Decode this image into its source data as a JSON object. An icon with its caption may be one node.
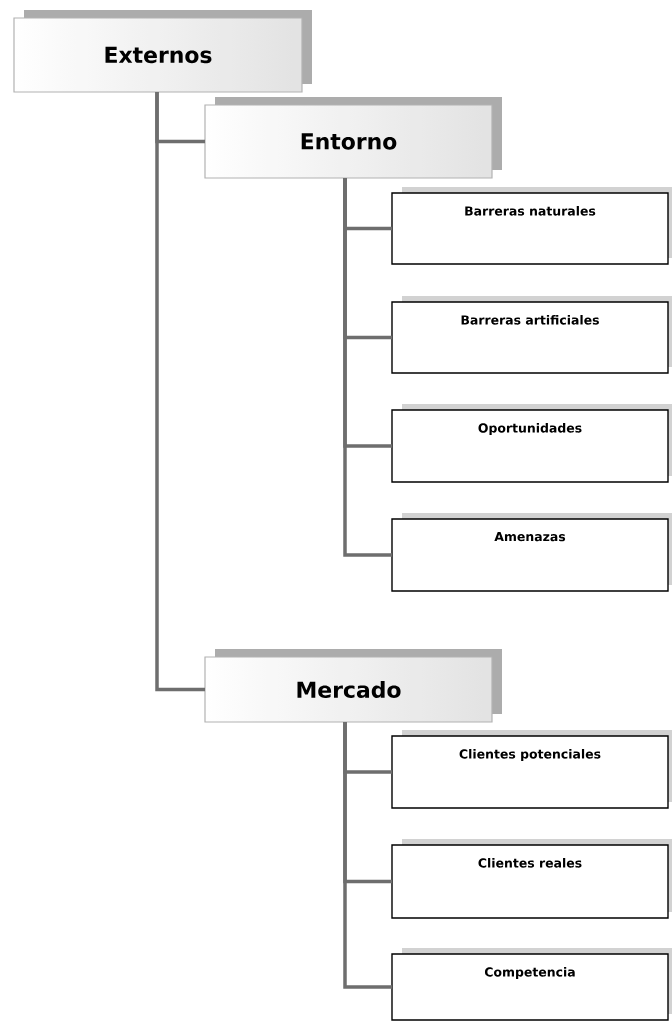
{
  "diagram": {
    "nodes": [
      {
        "text": [
          "Externos"
        ]
      },
      {
        "text": [
          "Entorno"
        ]
      },
      {
        "text": [
          "Barreras naturales"
        ]
      },
      {
        "text": [
          "Barreras artificiales"
        ]
      },
      {
        "text": [
          "Oportunidades"
        ]
      },
      {
        "text": [
          "Amenazas"
        ]
      },
      {
        "text": [
          "Mercado"
        ]
      },
      {
        "text": [
          "Clientes potenciales"
        ]
      },
      {
        "text": [
          "Clientes reales"
        ]
      },
      {
        "text": [
          "Competencia"
        ]
      }
    ],
    "edges": [
      {
        "from": 0,
        "to": 1,
        "arrow": "none"
      },
      {
        "from": 1,
        "to": 2,
        "arrow": "none"
      },
      {
        "from": 1,
        "to": 3,
        "arrow": "none"
      },
      {
        "from": 1,
        "to": 4,
        "arrow": "none"
      },
      {
        "from": 1,
        "to": 5,
        "arrow": "none"
      },
      {
        "from": 0,
        "to": 6,
        "arrow": "none"
      },
      {
        "from": 6,
        "to": 7,
        "arrow": "none"
      },
      {
        "from": 6,
        "to": 8,
        "arrow": "none"
      },
      {
        "from": 6,
        "to": 9,
        "arrow": "none"
      }
    ]
  }
}
